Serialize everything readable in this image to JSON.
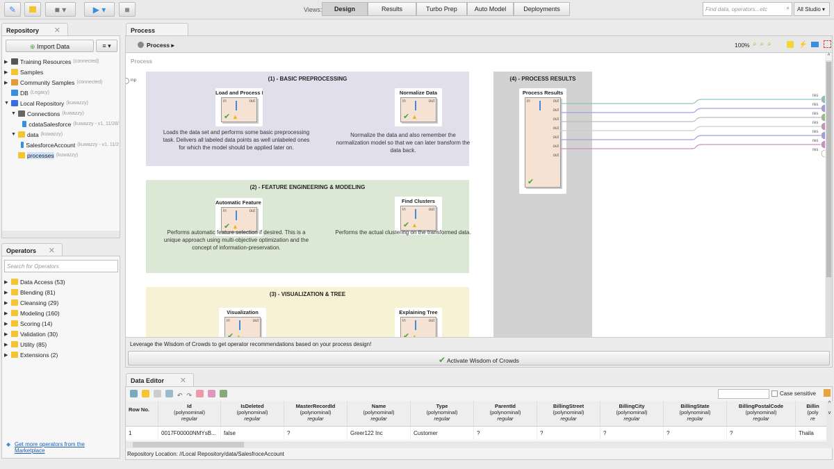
{
  "toolbar": {
    "views_label": "Views:",
    "views": [
      "Design",
      "Results",
      "Turbo Prep",
      "Auto Model",
      "Deployments"
    ],
    "active_view": "Design",
    "search_placeholder": "Find data, operators...etc",
    "studio": "All Studio"
  },
  "repository": {
    "tab": "Repository",
    "import": "Import Data",
    "items": [
      {
        "label": "Training Resources",
        "sub": "(connected)",
        "icon": "training-icon",
        "level": 0,
        "exp": "▶"
      },
      {
        "label": "Samples",
        "sub": "",
        "icon": "folder-icon",
        "level": 0,
        "exp": "▶"
      },
      {
        "label": "Community Samples",
        "sub": "(connected)",
        "icon": "community-icon",
        "level": 0,
        "exp": "▶"
      },
      {
        "label": "DB",
        "sub": "(Legacy)",
        "icon": "database-icon",
        "level": 0,
        "exp": ""
      },
      {
        "label": "Local Repository",
        "sub": "(kuwazzy)",
        "icon": "computer-icon",
        "level": 0,
        "exp": "▼"
      },
      {
        "label": "Connections",
        "sub": "(kuwazzy)",
        "icon": "plug-icon",
        "level": 1,
        "exp": "▼"
      },
      {
        "label": "cdataSalesforce",
        "sub": "(kuwazzy - v1, 11/28/",
        "icon": "connection-icon",
        "level": 2,
        "exp": ""
      },
      {
        "label": "data",
        "sub": "(kuwazzy)",
        "icon": "folder-icon",
        "level": 1,
        "exp": "▼"
      },
      {
        "label": "SalesforceAccount",
        "sub": "(kuwazzy - v1, 11/2",
        "icon": "database-icon",
        "level": 2,
        "exp": ""
      },
      {
        "label": "processes",
        "sub": "(kuwazzy)",
        "icon": "folder-icon",
        "level": 1,
        "exp": ""
      }
    ]
  },
  "operators": {
    "tab": "Operators",
    "search_placeholder": "Search for Operators",
    "items": [
      "Data Access (53)",
      "Blending (81)",
      "Cleansing (29)",
      "Modeling (160)",
      "Scoring (14)",
      "Validation (30)",
      "Utility (85)",
      "Extensions (2)"
    ],
    "marketplace": "Get more operators from the Marketplace"
  },
  "process": {
    "tab": "Process",
    "breadcrumb": "Process",
    "zoom": "100%",
    "canvas_label": "Process",
    "inp": "inp",
    "groups": [
      {
        "title": "(1) - BASIC PREPROCESSING",
        "ops": [
          {
            "name": "Load and Process D...",
            "desc": "Loads the data set and performs some basic preprocessing task. Delivers all labeled data points as well unlabeled ones for which the model should be applied later on."
          },
          {
            "name": "Normalize Data",
            "desc": "Normalize the data and also remember the normalization model so that we can later transform the data back."
          }
        ]
      },
      {
        "title": "(2) - FEATURE ENGINEERING & MODELING",
        "ops": [
          {
            "name": "Automatic Feature E...",
            "desc": "Performs automatic feature selection if desired. This is a unique approach using multi-objective optimization and the concept of information-preservation."
          },
          {
            "name": "Find Clusters",
            "desc": "Performs the actual clustering on the transformed data."
          }
        ]
      },
      {
        "title": "(3) - VISUALIZATION & TREE",
        "ops": [
          {
            "name": "Visualization",
            "desc": ""
          },
          {
            "name": "Explaining Tree",
            "desc": ""
          }
        ]
      },
      {
        "title": "(4) - PROCESS RESULTS",
        "ops": [
          {
            "name": "Process Results",
            "desc": ""
          }
        ]
      }
    ],
    "port_in": "in",
    "port_out": "out",
    "port_res": "res",
    "wisdom_text": "Leverage the Wisdom of Crowds to get operator recommendations based on your process design!",
    "wisdom_button": "Activate Wisdom of Crowds"
  },
  "data_editor": {
    "tab": "Data Editor",
    "case_sensitive": "Case sensitive",
    "columns": [
      {
        "name": "Row No.",
        "type": "",
        "role": ""
      },
      {
        "name": "Id",
        "type": "(polynominal)",
        "role": "regular"
      },
      {
        "name": "IsDeleted",
        "type": "(polynominal)",
        "role": "regular"
      },
      {
        "name": "MasterRecordId",
        "type": "(polynominal)",
        "role": "regular"
      },
      {
        "name": "Name",
        "type": "(polynominal)",
        "role": "regular"
      },
      {
        "name": "Type",
        "type": "(polynominal)",
        "role": "regular"
      },
      {
        "name": "ParentId",
        "type": "(polynominal)",
        "role": "regular"
      },
      {
        "name": "BillingStreet",
        "type": "(polynominal)",
        "role": "regular"
      },
      {
        "name": "BillingCity",
        "type": "(polynominal)",
        "role": "regular"
      },
      {
        "name": "BillingState",
        "type": "(polynominal)",
        "role": "regular"
      },
      {
        "name": "BillingPostalCode",
        "type": "(polynominal)",
        "role": "regular"
      },
      {
        "name": "Billin",
        "type": "(poly",
        "role": "re"
      }
    ],
    "rows": [
      [
        "1",
        "0017F00000NMYsB...",
        "false",
        "?",
        "Greer122 Inc",
        "Customer",
        "?",
        "?",
        "?",
        "?",
        "?",
        "Thaila"
      ]
    ],
    "location": "Repository Location: //Local Repository/data/SalesfroceAccount"
  }
}
